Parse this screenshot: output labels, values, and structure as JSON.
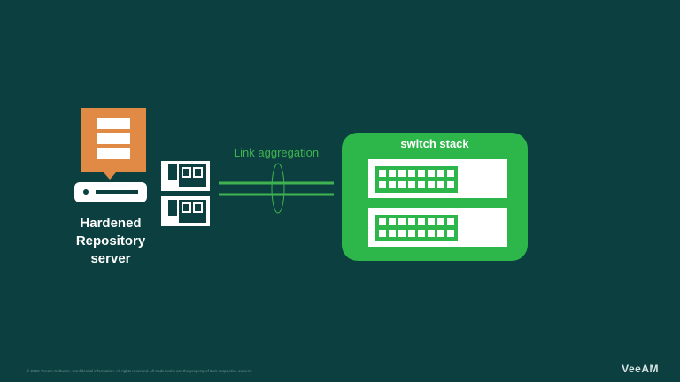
{
  "server": {
    "label_lines": [
      "Hardened",
      "Repository",
      "server"
    ]
  },
  "link": {
    "label": "Link aggregation"
  },
  "switch_stack": {
    "title": "switch stack"
  },
  "footer": {
    "note": "© 2022 Veeam Software. Confidential information. All rights reserved. All trademarks are the property of their respective owners.",
    "logo": "VeeAM"
  },
  "colors": {
    "background": "#0c4040",
    "accent_green": "#3fb34f",
    "server_orange": "#e08a45",
    "white": "#ffffff"
  },
  "icons": [
    "server-icon",
    "network-card-icon",
    "switch-icon"
  ]
}
